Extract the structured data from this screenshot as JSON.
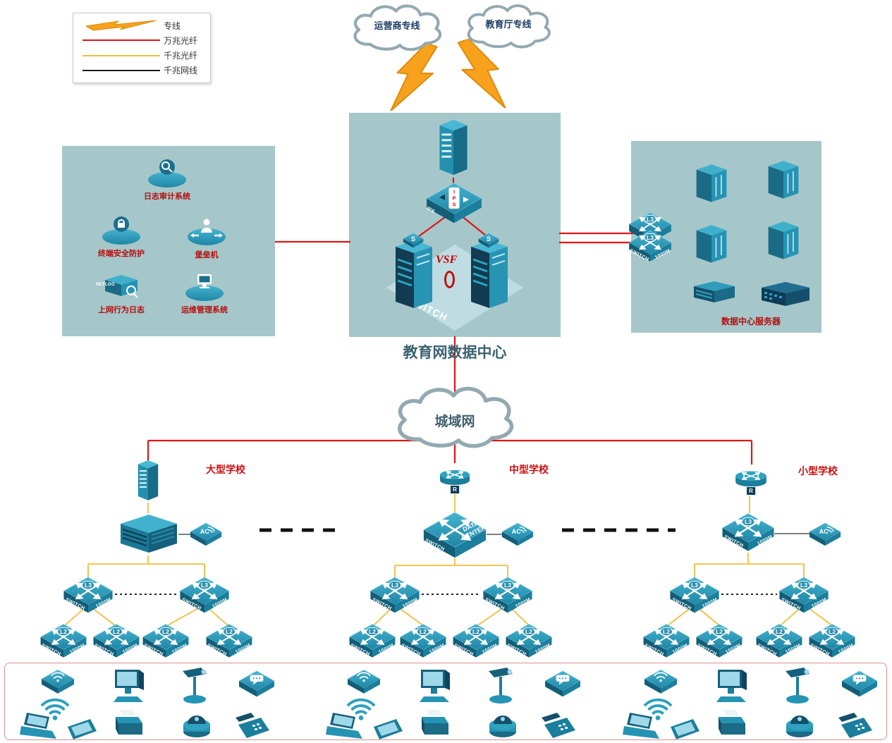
{
  "legend": {
    "items": [
      {
        "label": "专线",
        "symbol": "lightning"
      },
      {
        "label": "万兆光纤",
        "color": "#dd1515"
      },
      {
        "label": "千兆光纤",
        "color": "#eebe3c"
      },
      {
        "label": "千兆网线",
        "color": "#1a1a1a"
      }
    ]
  },
  "clouds": {
    "operator": "运营商专线",
    "education": "教育厅专线",
    "man": "城域网"
  },
  "datacenter": {
    "title": "教育网数据中心",
    "vsf": "VSF",
    "switch": "SWITCH",
    "ips": "IPS",
    "s": "S"
  },
  "security_zone": {
    "items": [
      {
        "label": "日志审计系统"
      },
      {
        "label": "终端安全防护"
      },
      {
        "label": "堡垒机"
      },
      {
        "label": "上网行为日志"
      },
      {
        "label": "运维管理系统"
      }
    ],
    "netlog": "NETLOG"
  },
  "server_zone": {
    "label": "数据中心服务器"
  },
  "schools": {
    "large": "大型学校",
    "medium": "中型学校",
    "small": "小型学校"
  },
  "devices": {
    "l3": "L3",
    "l2": "L2",
    "ac": "AC",
    "r": "R",
    "switch": "SWITCH",
    "m1000": "1000M",
    "data_center_line1": "DATA",
    "data_center_line2": "CENTER"
  },
  "colors": {
    "fiber_10g": "#dd1515",
    "fiber_1g": "#eebe3c",
    "cable_1g": "#1a1a1a",
    "device_teal": "#2596b5",
    "zone_background": "#a6c7ca",
    "label_red": "#cc1111"
  }
}
